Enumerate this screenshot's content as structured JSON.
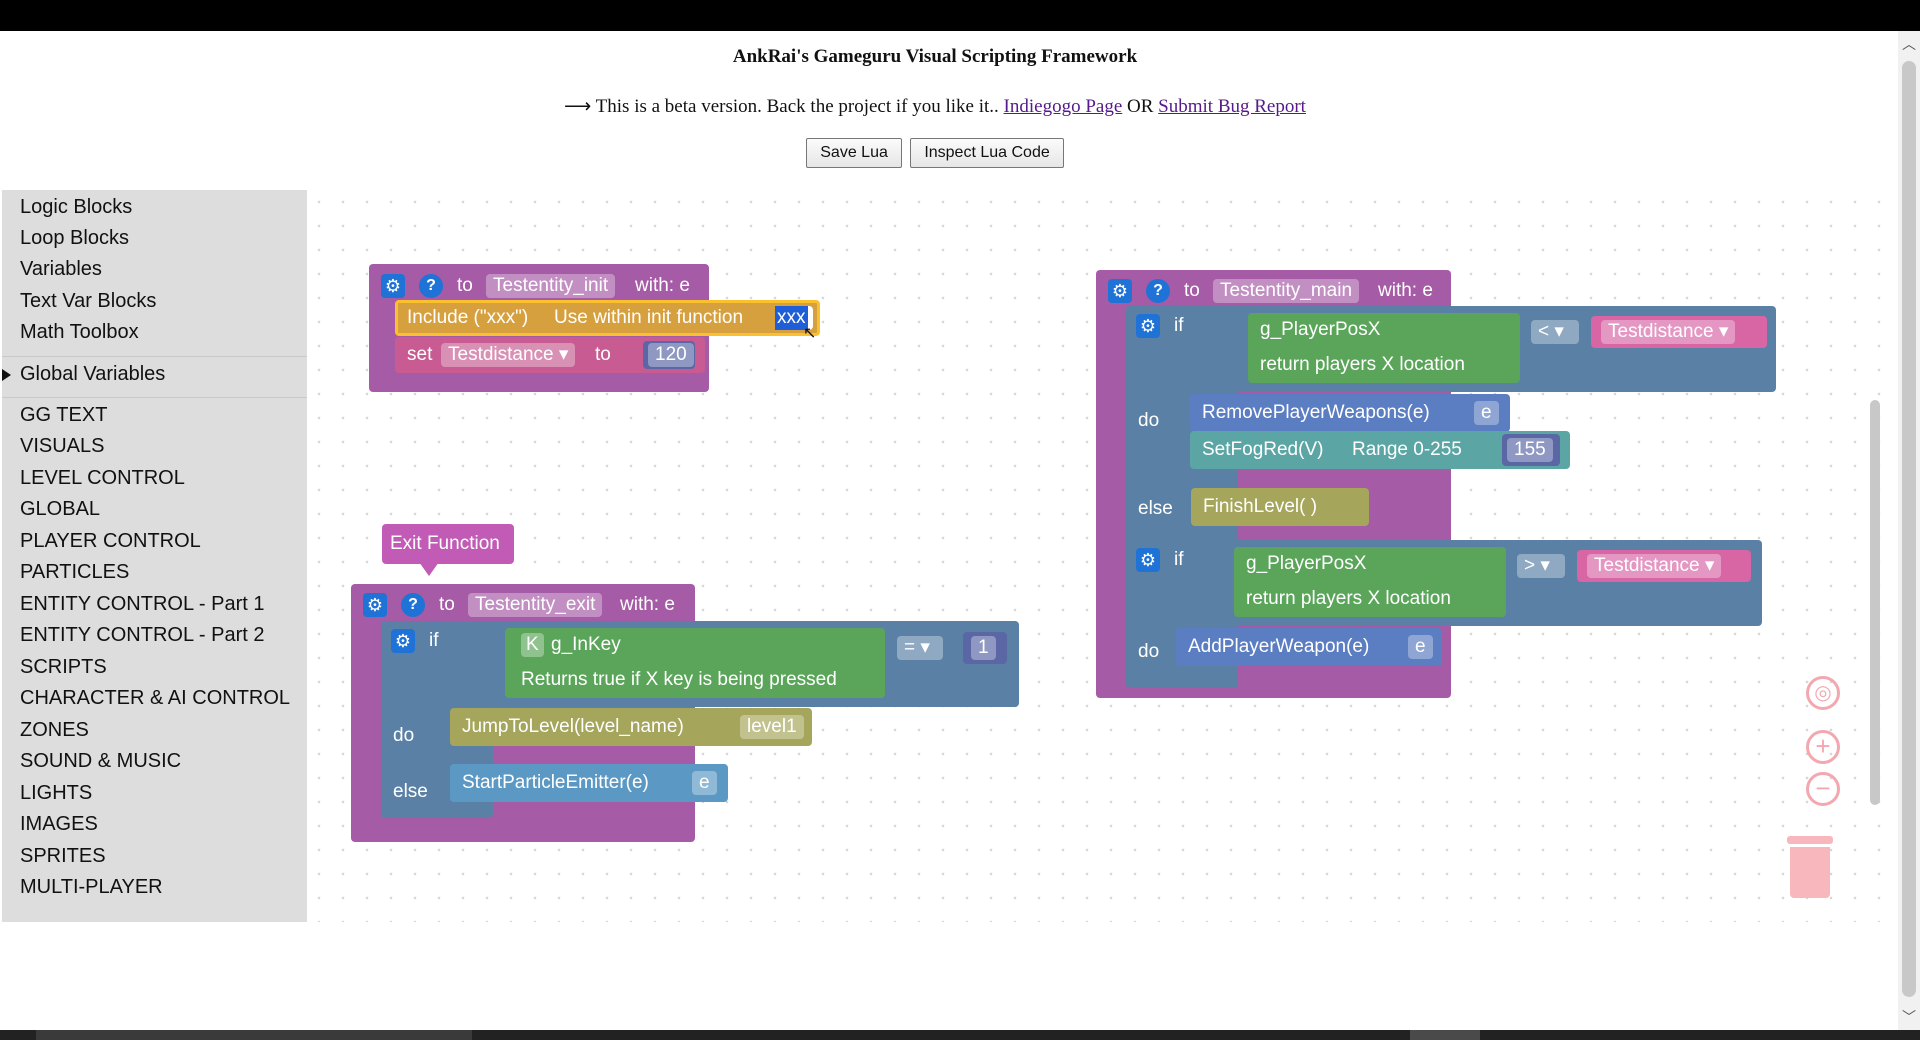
{
  "header": {
    "title": "AnkRai's Gameguru Visual Scripting Framework",
    "beta_prefix": "⟶ This is a beta version. Back the project if you like it..",
    "indiegogo_link": "Indiegogo Page",
    "or_text": "OR",
    "bug_link": "Submit Bug Report",
    "save_button": "Save Lua",
    "inspect_button": "Inspect Lua Code"
  },
  "toolbox": {
    "items_top": [
      "Logic Blocks",
      "Loop Blocks",
      "Variables",
      "Text Var Blocks",
      "Math Toolbox"
    ],
    "global_variables": "Global Variables",
    "categories": [
      "GG TEXT",
      "VISUALS",
      "LEVEL CONTROL",
      "GLOBAL",
      "PLAYER CONTROL",
      "PARTICLES",
      "ENTITY CONTROL - Part 1",
      "ENTITY CONTROL - Part 2",
      "SCRIPTS",
      "CHARACTER & AI CONTROL",
      "ZONES",
      "SOUND & MUSIC",
      "LIGHTS",
      "IMAGES",
      "SPRITES",
      "MULTI-PLAYER"
    ]
  },
  "blocks": {
    "init": {
      "to": "to",
      "name": "Testentity_init",
      "with": "with: e",
      "include_label": "Include (\"xxx\")",
      "include_hint": "Use within init function",
      "include_value": "xxx",
      "set": "set",
      "set_var": "Testdistance ▾",
      "set_to": "to",
      "set_value": "120"
    },
    "exit_comment": "Exit Function",
    "exit": {
      "to": "to",
      "name": "Testentity_exit",
      "with": "with: e",
      "if": "if",
      "key_letter": "K",
      "key_name": "g_InKey",
      "key_desc": "Returns true if X key is being pressed",
      "op": "= ▾",
      "compare_value": "1",
      "do": "do",
      "jump_label": "JumpToLevel(level_name)",
      "jump_value": "level1",
      "else": "else",
      "particle_label": "StartParticleEmitter(e)",
      "particle_arg": "e"
    },
    "main": {
      "to": "to",
      "name": "Testentity_main",
      "with": "with: e",
      "if1": "if",
      "pos1_name": "g_PlayerPosX",
      "pos1_desc": "return players X location",
      "op1": "< ▾",
      "var1": "Testdistance ▾",
      "do1": "do",
      "remove_label": "RemovePlayerWeapons(e)",
      "remove_arg": "e",
      "fog_label": "SetFogRed(V)",
      "fog_range": "Range 0-255",
      "fog_value": "155",
      "else1": "else",
      "finish_label": "FinishLevel( )",
      "if2": "if",
      "pos2_name": "g_PlayerPosX",
      "pos2_desc": "return players X location",
      "op2": "> ▾",
      "var2": "Testdistance ▾",
      "do2": "do",
      "add_label": "AddPlayerWeapon(e)",
      "add_arg": "e"
    }
  },
  "icons": {
    "gear": "⚙",
    "help": "?",
    "center": "◎",
    "zoom_in": "+",
    "zoom_out": "−",
    "scroll_up": "︿",
    "scroll_down": "﹀"
  },
  "colors": {
    "procedure": "#a55ba5",
    "logic": "#5b80a5",
    "sensor": "#5ba55b",
    "action": "#5ba5a5",
    "level": "#a5a55b",
    "variable": "#d866a5",
    "selection": "#1e5fd8"
  }
}
